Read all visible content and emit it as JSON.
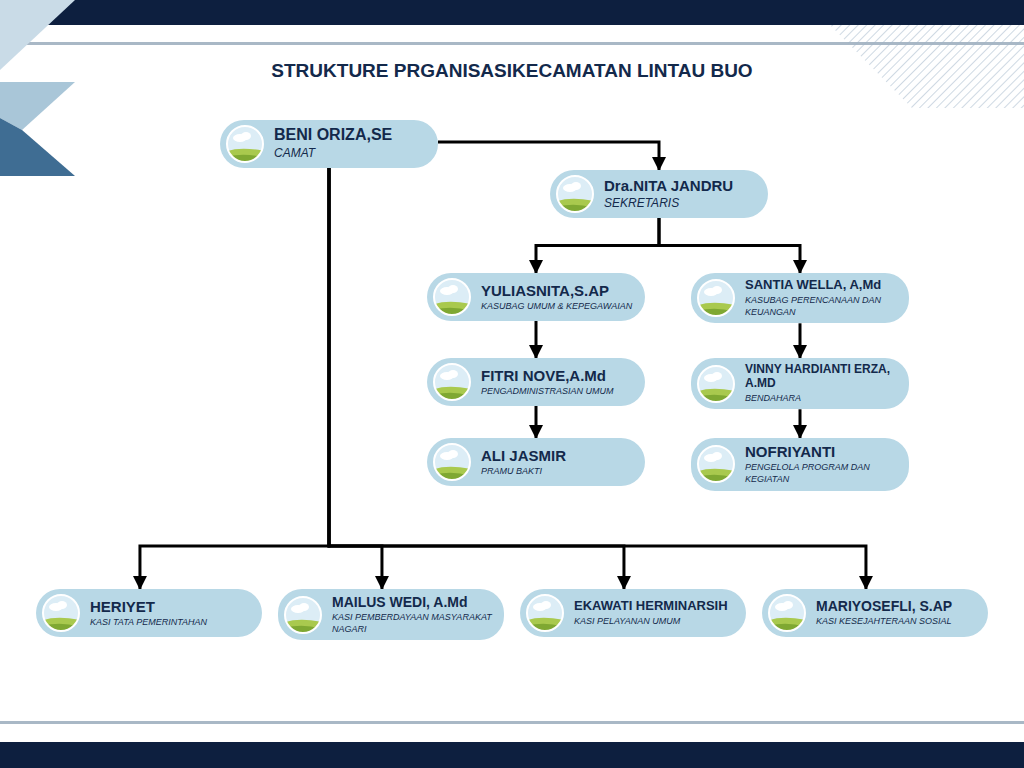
{
  "diagram": {
    "title": "STRUKTURE PRGANISASIKECAMATAN LINTAU BUO",
    "nodes": [
      {
        "text": [
          "BENI ORIZA,SE",
          "CAMAT"
        ]
      },
      {
        "text": [
          "Dra.NITA JANDRU",
          "SEKRETARIS"
        ]
      },
      {
        "text": [
          "YULIASNITA,S.AP",
          "KASUBAG UMUM & KEPEGAWAIAN"
        ]
      },
      {
        "text": [
          "SANTIA WELLA, A,Md",
          "KASUBAG PERENCANAAN DAN KEUANGAN"
        ]
      },
      {
        "text": [
          "FITRI NOVE,A.Md",
          "PENGADMINISTRASIAN UMUM"
        ]
      },
      {
        "text": [
          "VINNY HARDIANTI ERZA, A.MD",
          "BENDAHARA"
        ]
      },
      {
        "text": [
          "ALI JASMIR",
          "PRAMU BAKTI"
        ]
      },
      {
        "text": [
          "NOFRIYANTI",
          "PENGELOLA PROGRAM DAN KEGIATAN"
        ]
      },
      {
        "text": [
          "HERIYET",
          "KASI TATA PEMERINTAHAN"
        ]
      },
      {
        "text": [
          "MAILUS WEDI, A.Md",
          "KASI PEMBERDAYAAN MASYARAKAT NAGARI"
        ]
      },
      {
        "text": [
          "EKAWATI HERMINARSIH",
          "KASI PELAYANAN UMUM"
        ]
      },
      {
        "text": [
          "MARIYOSEFLI, S.AP",
          "KASI KESEJAHTERAAN SOSIAL"
        ]
      }
    ],
    "edges": [
      {
        "from": 0,
        "to": 1,
        "arrow": "to"
      },
      {
        "from": 1,
        "to": 2,
        "arrow": "to"
      },
      {
        "from": 1,
        "to": 3,
        "arrow": "to"
      },
      {
        "from": 2,
        "to": 4,
        "arrow": "to"
      },
      {
        "from": 4,
        "to": 6,
        "arrow": "to"
      },
      {
        "from": 3,
        "to": 5,
        "arrow": "to"
      },
      {
        "from": 5,
        "to": 7,
        "arrow": "to"
      },
      {
        "from": 0,
        "to": 8,
        "arrow": "to"
      },
      {
        "from": 0,
        "to": 9,
        "arrow": "to"
      },
      {
        "from": 0,
        "to": 10,
        "arrow": "to"
      },
      {
        "from": 0,
        "to": 11,
        "arrow": "to"
      }
    ]
  }
}
